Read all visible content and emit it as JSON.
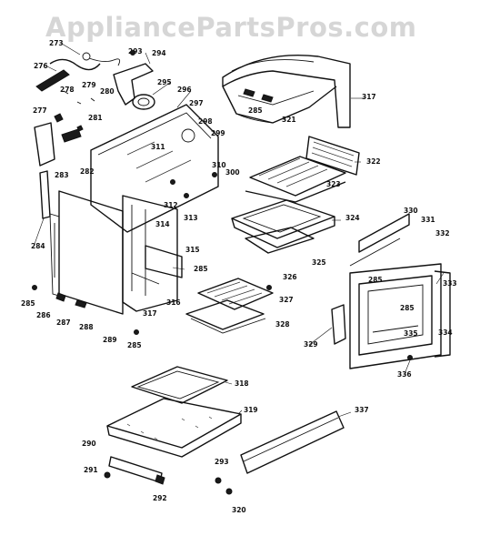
{
  "watermark": "AppliancePartsPros.com",
  "callouts": [
    {
      "id": "c273",
      "label": "273"
    },
    {
      "id": "c276",
      "label": "276"
    },
    {
      "id": "c278",
      "label": "278"
    },
    {
      "id": "c279",
      "label": "279"
    },
    {
      "id": "c280",
      "label": "280"
    },
    {
      "id": "c277",
      "label": "277"
    },
    {
      "id": "c281",
      "label": "281"
    },
    {
      "id": "c293a",
      "label": "293"
    },
    {
      "id": "c294",
      "label": "294"
    },
    {
      "id": "c295",
      "label": "295"
    },
    {
      "id": "c296",
      "label": "296"
    },
    {
      "id": "c297",
      "label": "297"
    },
    {
      "id": "c298",
      "label": "298"
    },
    {
      "id": "c299",
      "label": "299"
    },
    {
      "id": "c311",
      "label": "311"
    },
    {
      "id": "c310",
      "label": "310"
    },
    {
      "id": "c300",
      "label": "300"
    },
    {
      "id": "c283",
      "label": "283"
    },
    {
      "id": "c282",
      "label": "282"
    },
    {
      "id": "c312",
      "label": "312"
    },
    {
      "id": "c313",
      "label": "313"
    },
    {
      "id": "c314",
      "label": "314"
    },
    {
      "id": "c315",
      "label": "315"
    },
    {
      "id": "c284",
      "label": "284"
    },
    {
      "id": "c285a",
      "label": "285"
    },
    {
      "id": "c286",
      "label": "286"
    },
    {
      "id": "c287",
      "label": "287"
    },
    {
      "id": "c288",
      "label": "288"
    },
    {
      "id": "c289",
      "label": "289"
    },
    {
      "id": "c285b",
      "label": "285"
    },
    {
      "id": "c285c",
      "label": "285"
    },
    {
      "id": "c316",
      "label": "316"
    },
    {
      "id": "c317a",
      "label": "317"
    },
    {
      "id": "c285d",
      "label": "285"
    },
    {
      "id": "c317b",
      "label": "317"
    },
    {
      "id": "c285e",
      "label": "285"
    },
    {
      "id": "c321",
      "label": "321"
    },
    {
      "id": "c322",
      "label": "322"
    },
    {
      "id": "c323",
      "label": "323"
    },
    {
      "id": "c324",
      "label": "324"
    },
    {
      "id": "c325",
      "label": "325"
    },
    {
      "id": "c326",
      "label": "326"
    },
    {
      "id": "c327",
      "label": "327"
    },
    {
      "id": "c328",
      "label": "328"
    },
    {
      "id": "c330",
      "label": "330"
    },
    {
      "id": "c331",
      "label": "331"
    },
    {
      "id": "c332",
      "label": "332"
    },
    {
      "id": "c333",
      "label": "333"
    },
    {
      "id": "c285f",
      "label": "285"
    },
    {
      "id": "c335",
      "label": "335"
    },
    {
      "id": "c334",
      "label": "334"
    },
    {
      "id": "c329",
      "label": "329"
    },
    {
      "id": "c336",
      "label": "336"
    },
    {
      "id": "c318",
      "label": "318"
    },
    {
      "id": "c319",
      "label": "319"
    },
    {
      "id": "c337",
      "label": "337"
    },
    {
      "id": "c290",
      "label": "290"
    },
    {
      "id": "c291",
      "label": "291"
    },
    {
      "id": "c292",
      "label": "292"
    },
    {
      "id": "c293b",
      "label": "293"
    },
    {
      "id": "c320",
      "label": "320"
    }
  ]
}
